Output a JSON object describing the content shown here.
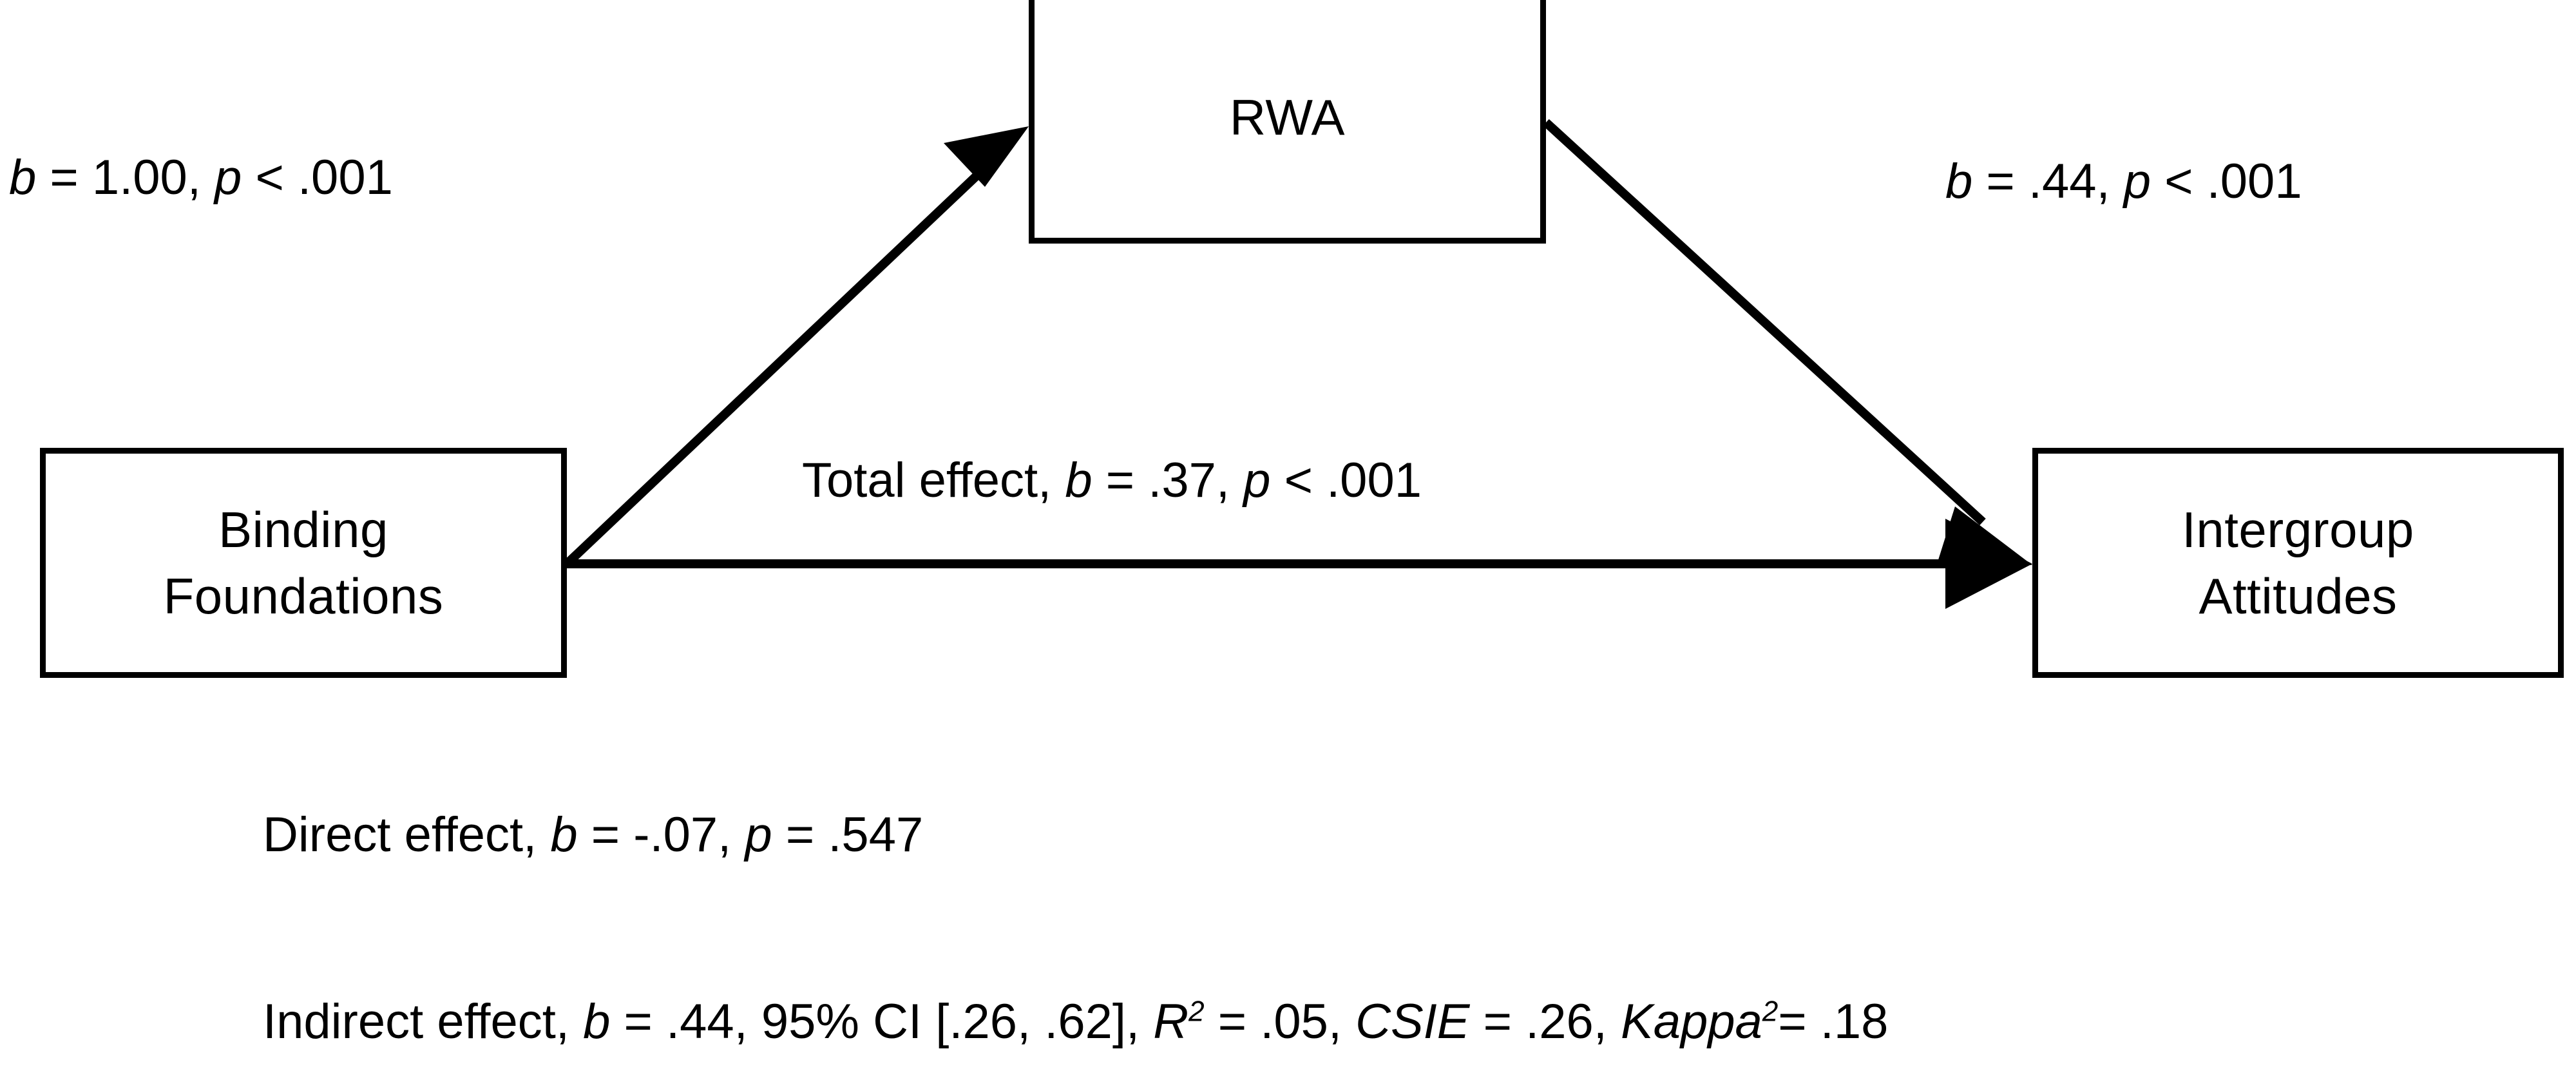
{
  "figure": {
    "type": "mediation-path-diagram",
    "background_color": "#ffffff",
    "line_color": "#000000"
  },
  "nodes": {
    "predictor": {
      "label": "Binding\nFoundations",
      "name": "binding-foundations"
    },
    "mediator": {
      "label": "RWA",
      "name": "rwa"
    },
    "outcome": {
      "label": "Intergroup\nAttitudes",
      "name": "intergroup-attitudes"
    }
  },
  "paths": {
    "a_path": {
      "prefix": "",
      "coef_symbol": "b",
      "coef_text": " = 1.00, ",
      "p_symbol": "p",
      "p_text": " < .001"
    },
    "b_path": {
      "prefix": "",
      "coef_symbol": "b",
      "coef_text": " = .44, ",
      "p_symbol": "p",
      "p_text": " < .001"
    },
    "total_effect": {
      "prefix": "Total effect, ",
      "coef_symbol": "b",
      "coef_text": " = .37, ",
      "p_symbol": "p",
      "p_text": " < .001"
    },
    "direct_effect": {
      "prefix": "Direct effect, ",
      "coef_symbol": "b",
      "coef_text": " = -.07, ",
      "p_symbol": "p",
      "p_text": " = .547"
    },
    "indirect_effect": {
      "prefix": "Indirect effect, ",
      "coef_symbol": "b",
      "coef_text": " = .44, 95% CI [.26, .62], ",
      "r2_symbol": "R",
      "r2_sup": "2",
      "r2_text": " = .05, ",
      "csie_symbol": "CSIE",
      "csie_text": " = .26, ",
      "kappa_symbol": "Kappa",
      "kappa_sup": "2",
      "kappa_text": "= .18"
    }
  },
  "chart_data": {
    "type": "diagram",
    "title": "",
    "nodes": [
      "Binding Foundations",
      "RWA",
      "Intergroup Attitudes"
    ],
    "edges": [
      {
        "from": "Binding Foundations",
        "to": "RWA",
        "label": "b = 1.00, p < .001",
        "b": 1.0,
        "p": "<.001"
      },
      {
        "from": "RWA",
        "to": "Intergroup Attitudes",
        "label": "b = .44, p < .001",
        "b": 0.44,
        "p": "<.001"
      },
      {
        "from": "Binding Foundations",
        "to": "Intergroup Attitudes",
        "label": "Total effect, b = .37, p < .001",
        "b": 0.37,
        "p": "<.001"
      }
    ],
    "annotations": [
      {
        "name": "direct-effect",
        "text": "Direct effect, b = -.07, p = .547",
        "b": -0.07,
        "p": 0.547
      },
      {
        "name": "indirect-effect",
        "text": "Indirect effect, b = .44, 95% CI [.26, .62], R2 = .05, CSIE = .26, Kappa2 = .18",
        "b": 0.44,
        "ci_lower": 0.26,
        "ci_upper": 0.62,
        "r_squared": 0.05,
        "csie": 0.26,
        "kappa_squared": 0.18
      }
    ]
  }
}
